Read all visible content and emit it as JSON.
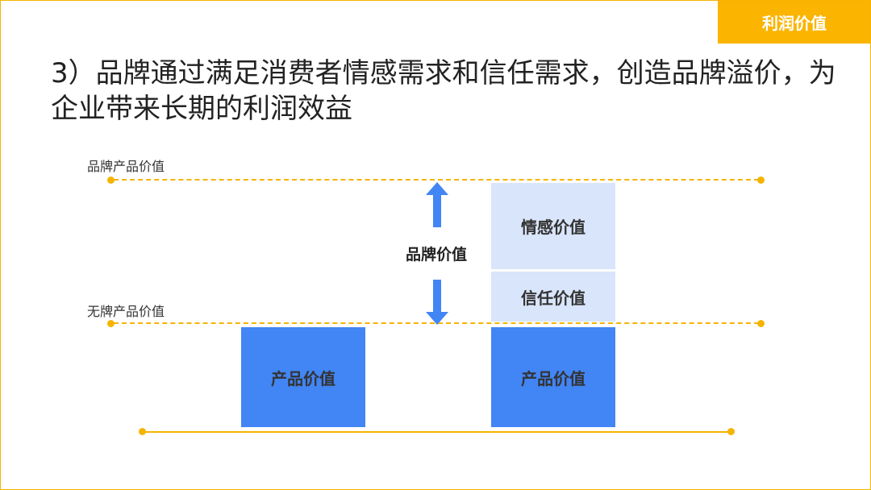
{
  "tag": "利润价值",
  "title": "3）品牌通过满足消费者情感需求和信任需求，创造品牌溢价，为企业带来长期的利润效益",
  "levels": {
    "branded": "品牌产品价值",
    "unbranded": "无牌产品价值"
  },
  "brand_value_label": "品牌价值",
  "boxes": {
    "left_product": "产品价值",
    "right_product": "产品价值",
    "emotion": "情感价值",
    "trust": "信任价值"
  },
  "colors": {
    "accent_yellow": "#f5b400",
    "product_blue": "#4285f4",
    "light_blue": "#d9e5fa"
  }
}
